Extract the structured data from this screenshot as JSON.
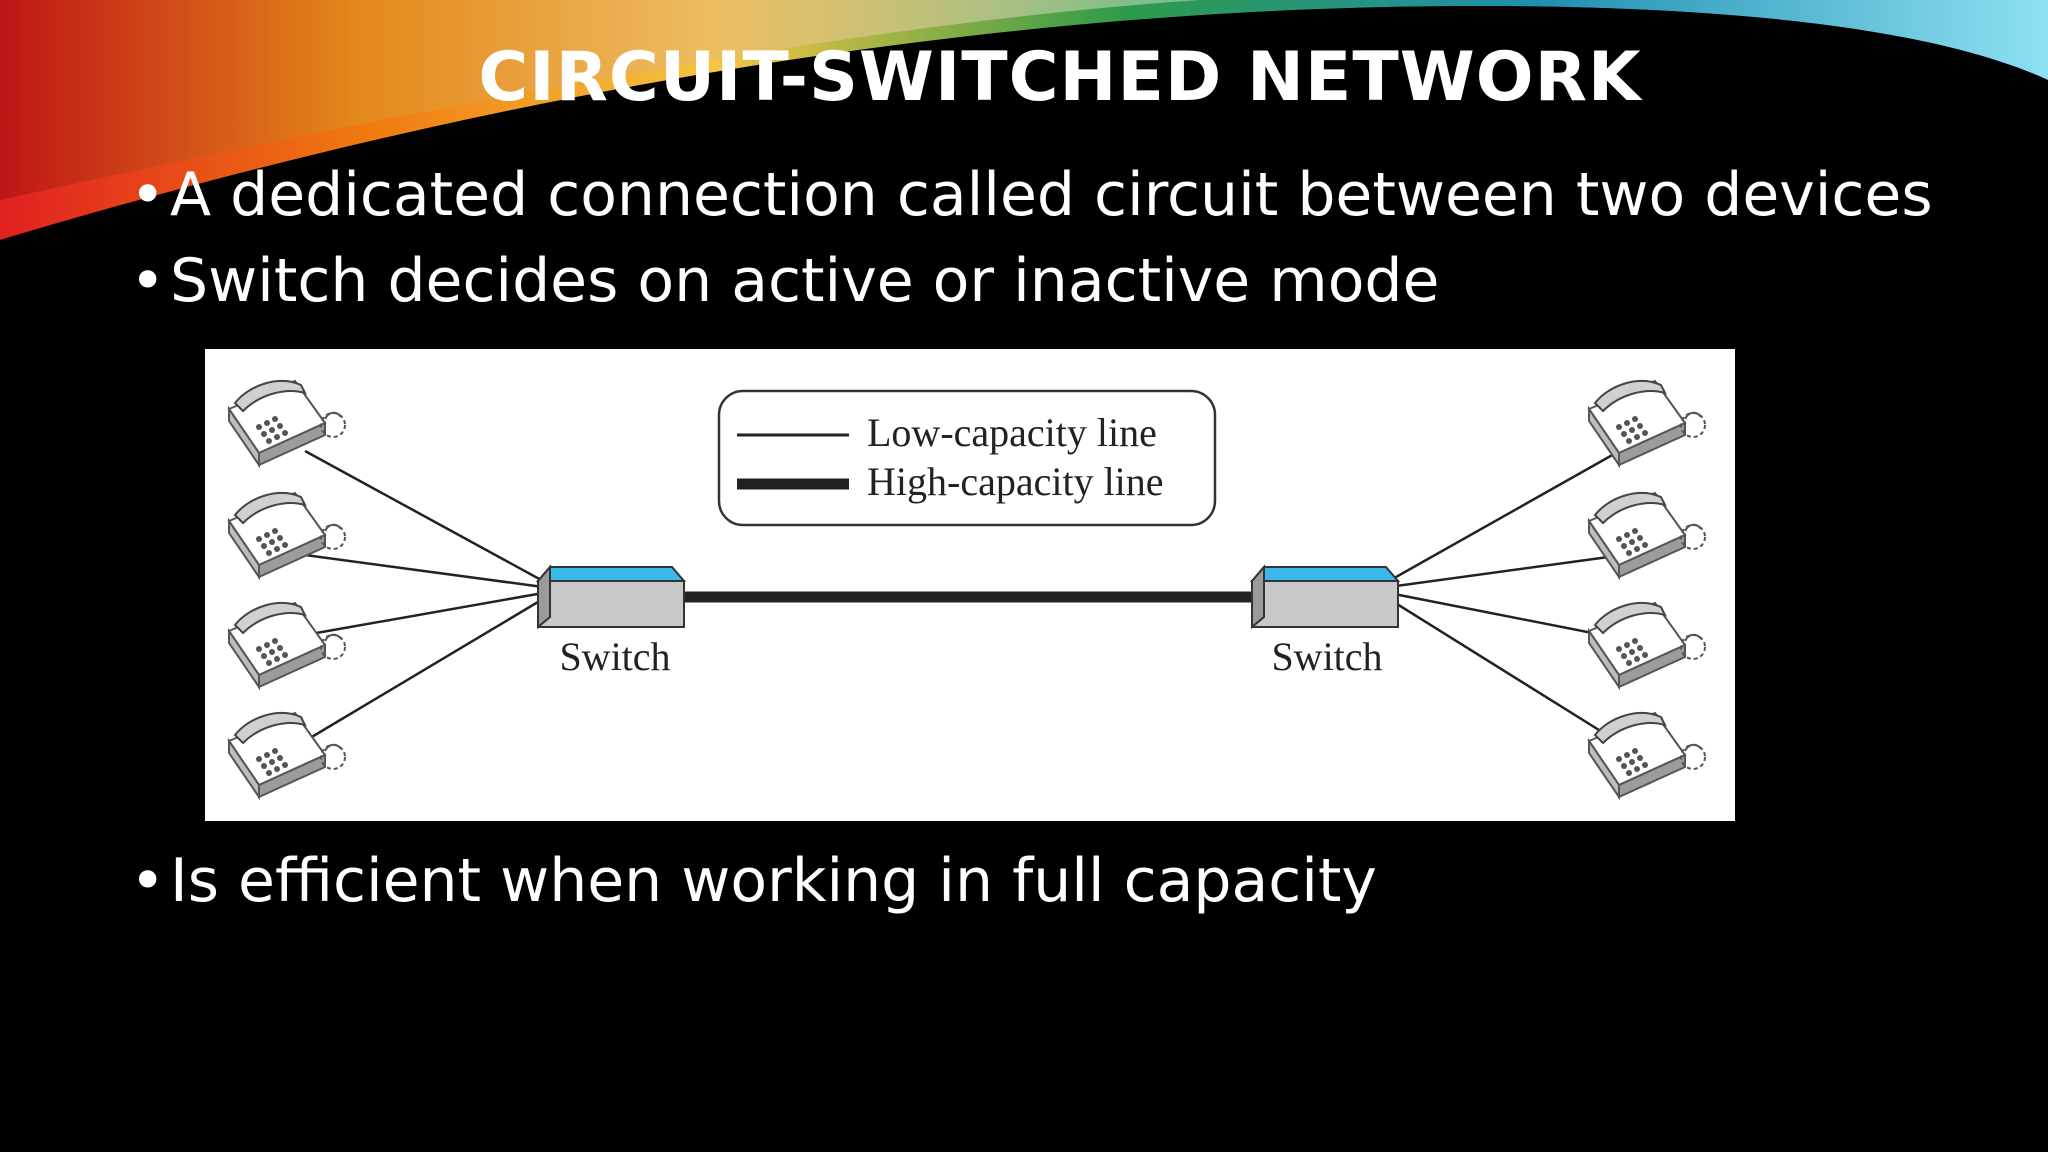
{
  "slide": {
    "title": "CIRCUIT-SWITCHED NETWORK",
    "bullets": [
      "A dedicated connection called circuit between two devices",
      "Switch decides on active or inactive mode",
      "Is efficient when working in full capacity"
    ]
  },
  "diagram": {
    "legend": {
      "low": "Low-capacity line",
      "high": "High-capacity line"
    },
    "switch_labels": [
      "Switch",
      "Switch"
    ],
    "colors": {
      "switch_top": "#3bb9ea",
      "switch_body": "#c8c8c8",
      "phone": "#9c9c9c"
    }
  }
}
